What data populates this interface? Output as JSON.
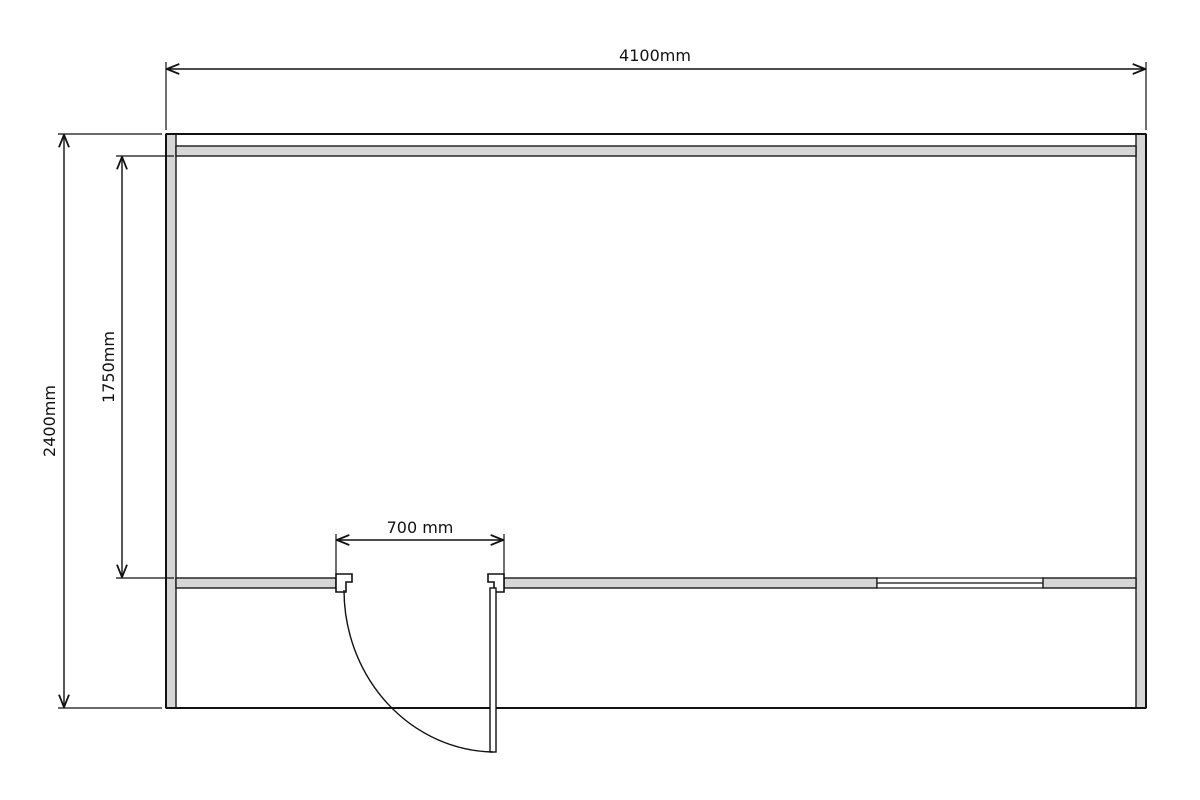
{
  "dimensions": {
    "overall_width": "4100mm",
    "overall_depth": "2400mm",
    "room_depth": "1750mm",
    "door_width": "700 mm"
  }
}
